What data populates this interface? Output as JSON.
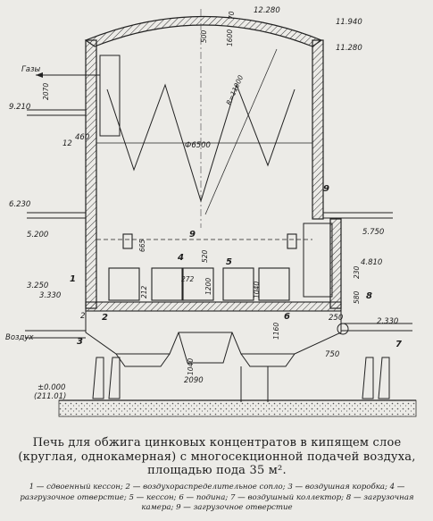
{
  "elevations": {
    "e12280": "12.280",
    "e11940": "11.940",
    "e11280": "11.280",
    "e9210": "9.210",
    "e6230": "6.230",
    "e5200": "5.200",
    "e5750": "5.750",
    "e4810": "4.810",
    "e3250": "3.250",
    "e2330": "2.330",
    "e0000": "±0.000",
    "e0000_abs": "(211.01)"
  },
  "dimensions": {
    "d70": "70",
    "d500": "500",
    "d1600": "1600",
    "d2070": "2070",
    "d460": "460",
    "radius": "R=11000",
    "diameter": "Ф6500",
    "d665": "665",
    "d520": "520",
    "d272": "272",
    "d1200": "1200",
    "d1040": "1040",
    "d212": "212",
    "d3330": "3.330",
    "d230": "230",
    "d580": "580",
    "d250": "250",
    "d1160": "1160",
    "d1040b": "1040",
    "d2090": "2090",
    "d750": "750",
    "d2": "2",
    "d12": "12"
  },
  "labels": {
    "gases": "Газы",
    "air": "Воздух"
  },
  "callouts": [
    "1",
    "2",
    "3",
    "4",
    "5",
    "6",
    "7",
    "8",
    "9",
    "9"
  ],
  "caption": "Печь для обжига цинковых концентратов в кипящем слое (круглая, однокамерная) с многосекционной подачей воздуха, площадью пода 35 м².",
  "legend": [
    "1 — сдвоенный кессон;",
    "2 — воздухораспределительное сопло;",
    "3 — воздушная коробка;",
    "4 — разгрузочное отверстие;",
    "5 — кессон;",
    "6 — подина;",
    "7 — воздушный коллектор;",
    "8 — загрузочная камера;",
    "9 — загрузочное отверстие"
  ]
}
